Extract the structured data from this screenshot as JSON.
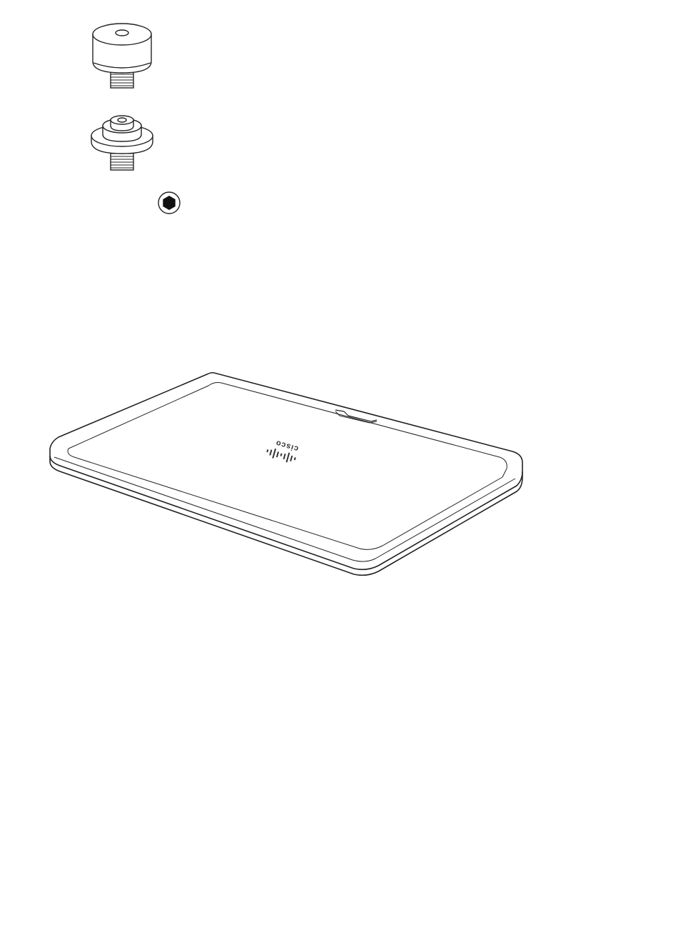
{
  "brand": {
    "logo": "cisco",
    "logo_icon": "cisco-bridge-logo-icon"
  },
  "colors": {
    "callout": "#1a9bc4",
    "line": "#222222",
    "magnifier_fill": "#ececec",
    "magnifier_stroke": "#cfcfcf",
    "hex_key": "#555555"
  },
  "parts": [
    {
      "name": "rubber-foot",
      "icon": "rubber-foot-icon"
    },
    {
      "name": "spike-foot",
      "icon": "spike-foot-icon"
    },
    {
      "name": "hex-key",
      "icon": "hex-key-icon"
    }
  ],
  "callouts": [
    {
      "name": "callout-top-left-foot",
      "label": ""
    },
    {
      "name": "callout-left-foot",
      "label": ""
    },
    {
      "name": "callout-right-foot",
      "label": ""
    },
    {
      "name": "callout-bottom-foot",
      "label": ""
    },
    {
      "name": "callout-detail-rubber-foot",
      "label": ""
    },
    {
      "name": "callout-detail-spike-foot",
      "label": ""
    }
  ],
  "details": [
    {
      "name": "detail-rubber-foot",
      "step_label": ""
    },
    {
      "name": "detail-spike-foot",
      "step_label": ""
    }
  ]
}
